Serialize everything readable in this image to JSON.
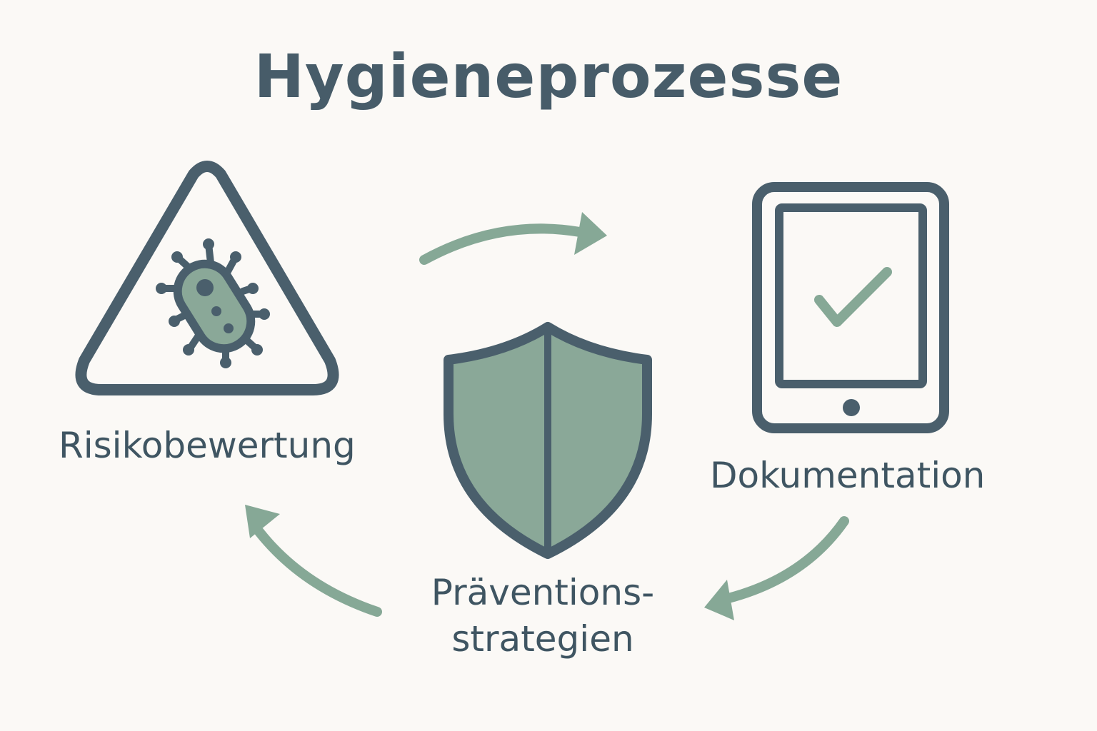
{
  "diagram": {
    "title": "Hygieneprozesse",
    "steps": [
      {
        "label": "Risikobewertung",
        "icon": "warning-bacteria-icon"
      },
      {
        "label": "Dokumentation",
        "icon": "tablet-checkmark-icon"
      },
      {
        "label_line1": "Präventions-",
        "label_line2": "strategien",
        "icon": "shield-icon"
      }
    ],
    "colors": {
      "background": "#fbf9f6",
      "dark": "#475c69",
      "accent_green": "#8aa898",
      "arrow_green": "#86a896"
    }
  }
}
